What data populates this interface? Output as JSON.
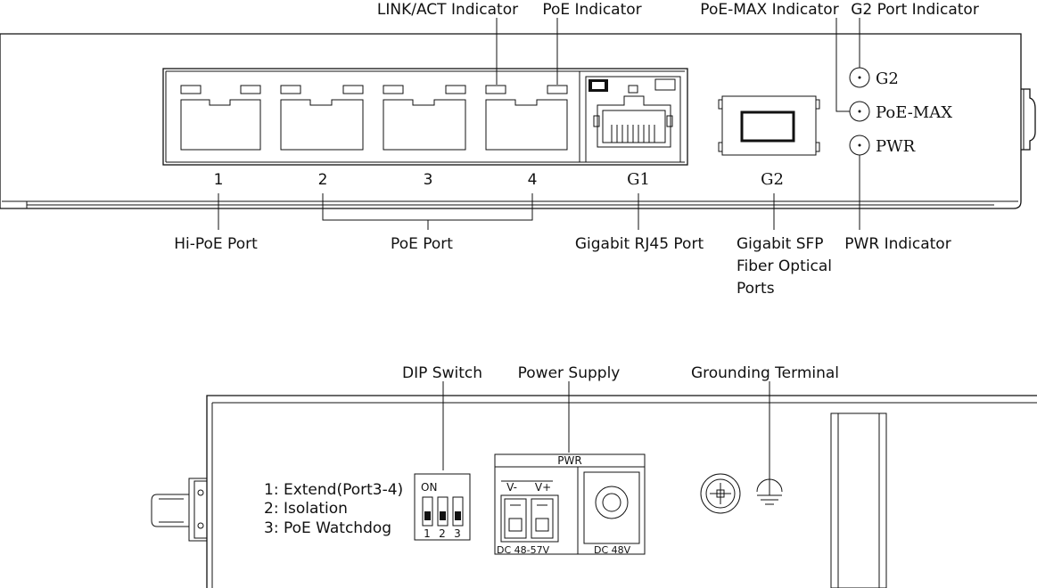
{
  "front": {
    "callouts": {
      "link_act": "LINK/ACT Indicator",
      "poe": "PoE Indicator",
      "poe_max": "PoE-MAX Indicator",
      "g2_port": "G2 Port Indicator",
      "hi_poe_port": "Hi-PoE Port",
      "poe_port": "PoE Port",
      "rj45": "Gigabit RJ45 Port",
      "sfp_line1": "Gigabit SFP",
      "sfp_line2": "Fiber Optical",
      "sfp_line3": "Ports",
      "pwr_indicator": "PWR Indicator"
    },
    "port_numbers": [
      "1",
      "2",
      "3",
      "4"
    ],
    "g1_label": "G1",
    "g2_label": "G2",
    "leds": [
      "G2",
      "PoE-MAX",
      "PWR"
    ]
  },
  "bottom": {
    "callouts": {
      "dip_switch": "DIP Switch",
      "power_supply": "Power Supply",
      "grounding": "Grounding Terminal"
    },
    "dip_legend": [
      "1: Extend(Port3-4)",
      "2: Isolation",
      "3: PoE Watchdog"
    ],
    "dip_on": "ON",
    "dip_numbers": [
      "1",
      "2",
      "3"
    ],
    "pwr_header": "PWR",
    "v_minus": "V-",
    "v_plus": "V+",
    "terminal_rating": "DC 48-57V",
    "jack_rating": "DC 48V"
  }
}
